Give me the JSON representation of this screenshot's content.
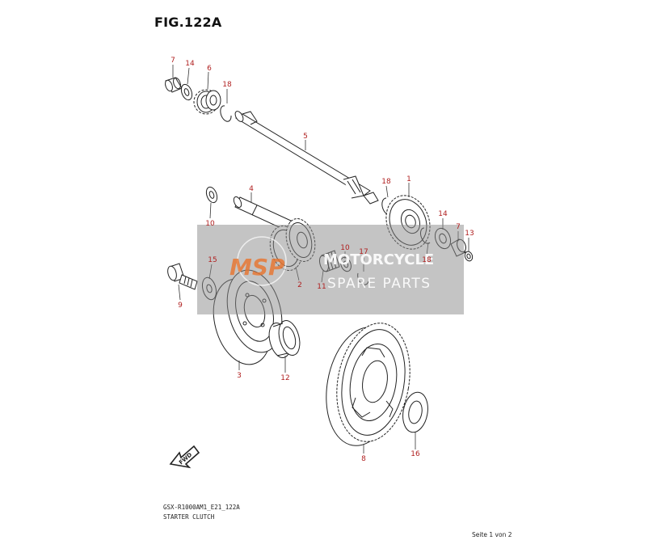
{
  "figure_title": "FIG.122A",
  "model_code": "GSX-R1000AM1_E21_122A",
  "assembly_name": "STARTER CLUTCH",
  "page_info": "Seite 1 von 2",
  "fwd_label": "FWD",
  "watermark": {
    "logo": "MSP",
    "line1": "MOTORCYCLE",
    "line2": "SPARE PARTS"
  },
  "callouts": {
    "c7a": "7",
    "c14a": "14",
    "c6": "6",
    "c18a": "18",
    "c5": "5",
    "c18b": "18",
    "c1": "1",
    "c4": "4",
    "c10a": "10",
    "c14b": "14",
    "c7b": "7",
    "c13": "13",
    "c15": "15",
    "c10b": "10",
    "c17": "17",
    "c18c": "18",
    "c2": "2",
    "c11": "11",
    "c9": "9",
    "c3": "3",
    "c12": "12",
    "c8": "8",
    "c16": "16"
  },
  "colors": {
    "callout_number": "#b02020",
    "line": "#222222",
    "watermark_panel": "#8a8a8a",
    "watermark_logo": "#e8732c"
  }
}
